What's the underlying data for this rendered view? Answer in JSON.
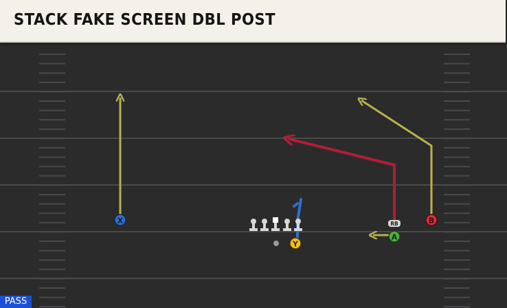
{
  "play": {
    "title": "STACK FAKE SCREEN DBL POST",
    "type_badge": "PASS"
  },
  "receivers": [
    {
      "id": "X",
      "color": "#2f6fd0"
    },
    {
      "id": "B",
      "color": "#d9303c"
    },
    {
      "id": "A",
      "color": "#4caf3a"
    },
    {
      "id": "Y",
      "color": "#f2c21a"
    }
  ],
  "running_back": {
    "label": "RB"
  },
  "colors": {
    "field": "#2b2b2c",
    "yard_line": "#4a4a4c",
    "route_yellow": "#b7b34a",
    "route_red": "#b01e36",
    "route_blue": "#2f6fd0"
  }
}
